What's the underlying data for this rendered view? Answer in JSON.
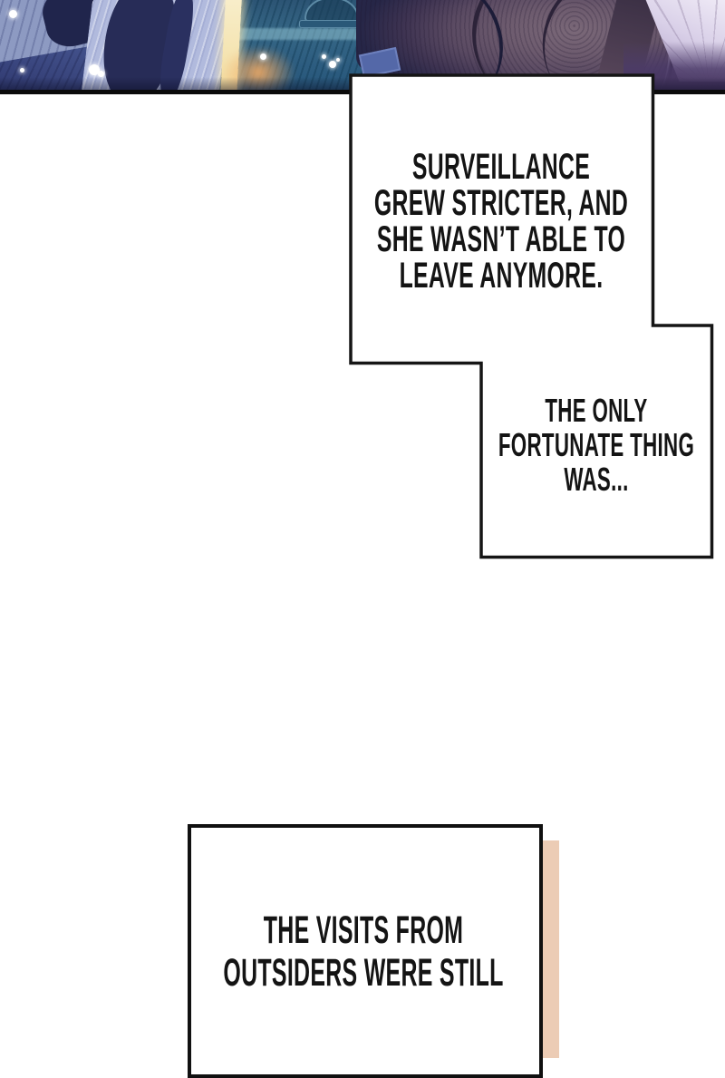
{
  "narration": {
    "box1": {
      "lines": [
        "SURVEILLANCE",
        "GREW STRICTER, AND",
        "SHE WASN’T ABLE TO",
        "LEAVE ANYMORE."
      ]
    },
    "box2": {
      "lines": [
        "THE ONLY",
        "FORTUNATE THING",
        "WAS..."
      ]
    },
    "box3": {
      "lines": [
        "THE VISITS FROM",
        "OUTSIDERS WERE STILL"
      ]
    }
  },
  "colors": {
    "ink": "#141414",
    "paper": "#ffffff",
    "panel_border": "#0b0b0b",
    "box3_shadow": "#ecccb5",
    "panel_blue": "#4d5e9f",
    "panel_teal": "#356685",
    "panel_hair": "#6d5b6e",
    "rim_light": "#f4e2ac"
  }
}
